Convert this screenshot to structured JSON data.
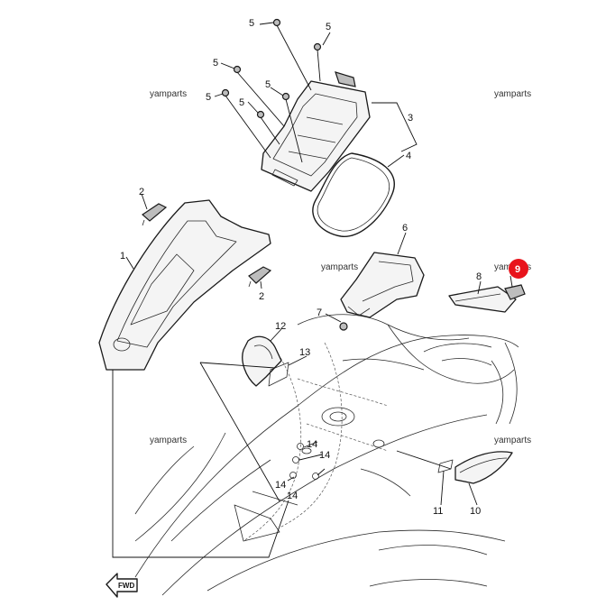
{
  "watermark": "yamparts",
  "fwd_label": "FWD",
  "callouts": {
    "c1": "1",
    "c2a": "2",
    "c2b": "2",
    "c3": "3",
    "c4": "4",
    "c5a": "5",
    "c5b": "5",
    "c5c": "5",
    "c5d": "5",
    "c5e": "5",
    "c5f": "5",
    "c6": "6",
    "c7": "7",
    "c8": "8",
    "c9": "9",
    "c10": "10",
    "c11": "11",
    "c12": "12",
    "c13": "13",
    "c14a": "14",
    "c14b": "14",
    "c14c": "14",
    "c14d": "14"
  },
  "colors": {
    "highlight": "#e8141c",
    "line": "#1a1a1a",
    "background": "#ffffff"
  }
}
